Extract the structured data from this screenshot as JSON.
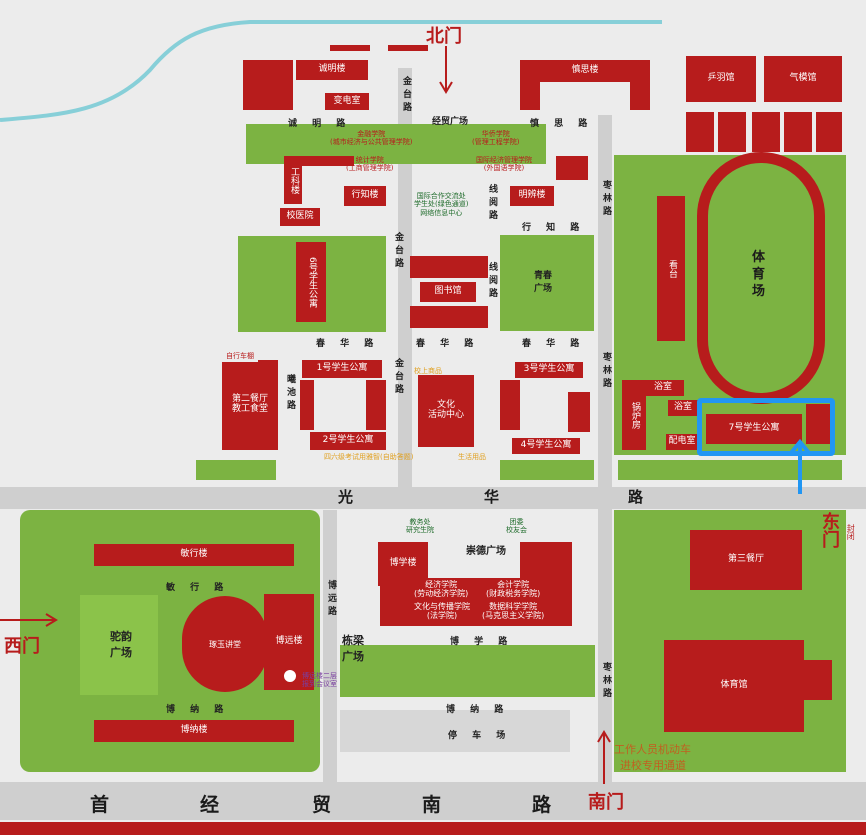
{
  "gates": {
    "north": "北门",
    "east": "东门",
    "east_note": "封闭",
    "west": "西门",
    "south": "南门",
    "south_note_1": "工作人员机动车",
    "south_note_2": "进校专用通道"
  },
  "roads": {
    "main_south": [
      "首",
      "经",
      "贸",
      "南",
      "路"
    ],
    "main_middle": [
      "光",
      "华",
      "路"
    ],
    "chengming": "诚 明 路",
    "shensi": "慎 思 路",
    "jintai_north": "金台路",
    "jintai_mid": "金台路",
    "jintai_lower": "金台路",
    "xinglian": "线阅路",
    "xingzhi": "行 知 路",
    "chunhua_left": "春 华 路",
    "chunhua_right": "春 华 路",
    "zaolin_upper": "枣林路",
    "zaolin_mid": "枣林路",
    "zaolin_lower": "枣林路",
    "qichi": "曦池路",
    "boyuan": "博远路",
    "bohui": "敏 行 路",
    "boxue": "博 学 路",
    "bona": "博 纳 路",
    "xianyue": "线阅路",
    "parking": "停 车 场"
  },
  "buildings": {
    "chengming_lou": "诚明楼",
    "biandian": "变电室",
    "shensi_lou": "慎思楼",
    "pingpong": "乒羽馆",
    "qimo": "气模馆",
    "gongke": "工科楼",
    "xingzheng": "行知楼",
    "xiaoyiyuan": "校医院",
    "mingbian": "明辨楼",
    "dorm6": "6号学生公寓",
    "library": "图书馆",
    "dorm1": "1号学生公寓",
    "dorm2": "2号学生公寓",
    "dorm3": "3号学生公寓",
    "dorm4": "4号学生公寓",
    "dorm7": "7号学生公寓",
    "canteen2": "第二餐厅\n教工食堂",
    "culture": "文化\n活动中心",
    "bathroom": "浴室",
    "bath2": "浴室",
    "guolu": "锅炉房",
    "peidian": "配电室",
    "stand": "看台",
    "minxing": "敏行楼",
    "zhuyu": "琢玉讲堂",
    "boyuan_lou": "博远楼",
    "boxue_lou": "博学楼",
    "canteen3": "第三餐厅",
    "gym": "体育馆",
    "bona_lou": "博纳楼",
    "bike": "自行车棚"
  },
  "squares": {
    "jingmao": "经贸广场",
    "qingchun": "青春\n广场",
    "chongde": "崇德广场",
    "tuoyun": "驼韵\n广场",
    "dongliang": "栋梁\n广场",
    "stadium": "体\n育\n场"
  },
  "departments": {
    "jinrong": "金融学院",
    "jinrong_sub": "(城市经济与公共管理学院)",
    "huaqiao": "华侨学院",
    "huaqiao_sub": "(管理工程学院)",
    "tongji": "统计学院",
    "tongji_sub": "(工商管理学院)",
    "guoji": "国际经济管理学院",
    "guoji_sub": "(外国语学院)",
    "guojihezuo": "国际合作交流处\n学生处(绿色通道)\n网络信息中心",
    "jiaowu": "教务处\n研究生院",
    "tuanwei": "团委\n校友会",
    "jingji": "经济学院\n(劳动经济学院)",
    "kuaiji": "会计学院\n(财政税务学院)",
    "wenhua": "文化与传播学院\n(法学院)",
    "shuju": "数据科学学院\n(马克思主义学院)",
    "boyuan_note": "博远楼二层\n报到会议室",
    "exam_note": "四六级考试用雅智(自助答题)",
    "shenghuo": "生活用品",
    "shanghui": "校上商品"
  },
  "colors": {
    "building": "#b71c1c",
    "grass": "#7cb342",
    "road": "#cfcfcf",
    "highlight": "#2196f3",
    "river": "#87cfd8"
  }
}
